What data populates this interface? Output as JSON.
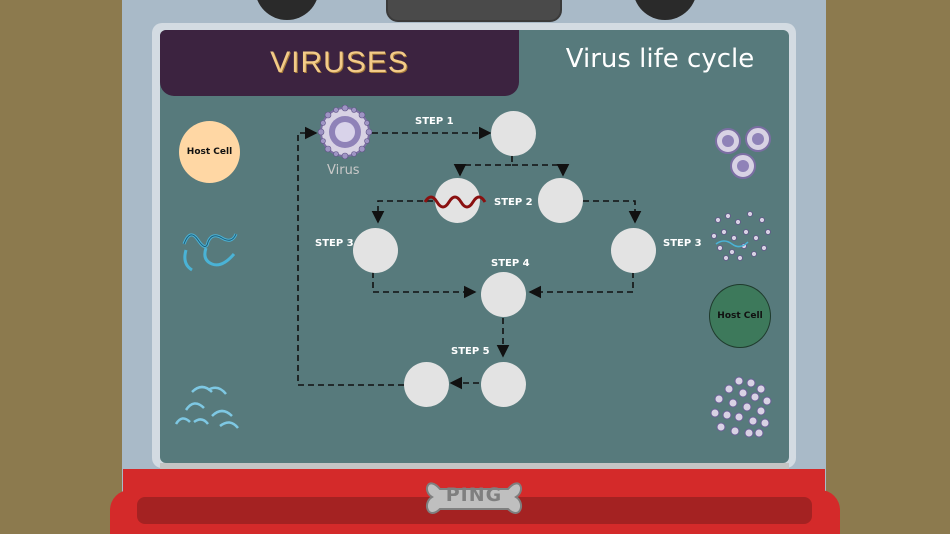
{
  "header": {
    "title": "VIRUSES",
    "subtitle": "Virus life cycle"
  },
  "diagram": {
    "virus_label": "Virus",
    "steps": {
      "step1": "STEP 1",
      "step2": "STEP 2",
      "step3_left": "STEP 3",
      "step3_right": "STEP 3",
      "step4": "STEP 4",
      "step5": "STEP 5"
    }
  },
  "palette": {
    "left": {
      "host_cell_label": "Host Cell",
      "host_cell_color": "#ffd7a4",
      "item2": "rna-strand-icon",
      "item3": "capsid-fragments-icon"
    },
    "right": {
      "item1": "virus-cluster-icon",
      "item2": "scattered-particles-icon",
      "host_cell_label": "Host Cell",
      "host_cell_color": "#3d795b",
      "item4": "virus-swarm-icon"
    }
  },
  "footer": {
    "logo_text": "PING"
  },
  "colors": {
    "board": "#577a7c",
    "title_bg": "#3c2340",
    "title_text": "#f3cb88",
    "cabinet_red": "#d42a2a",
    "placeholder": "#e3e3e3"
  }
}
